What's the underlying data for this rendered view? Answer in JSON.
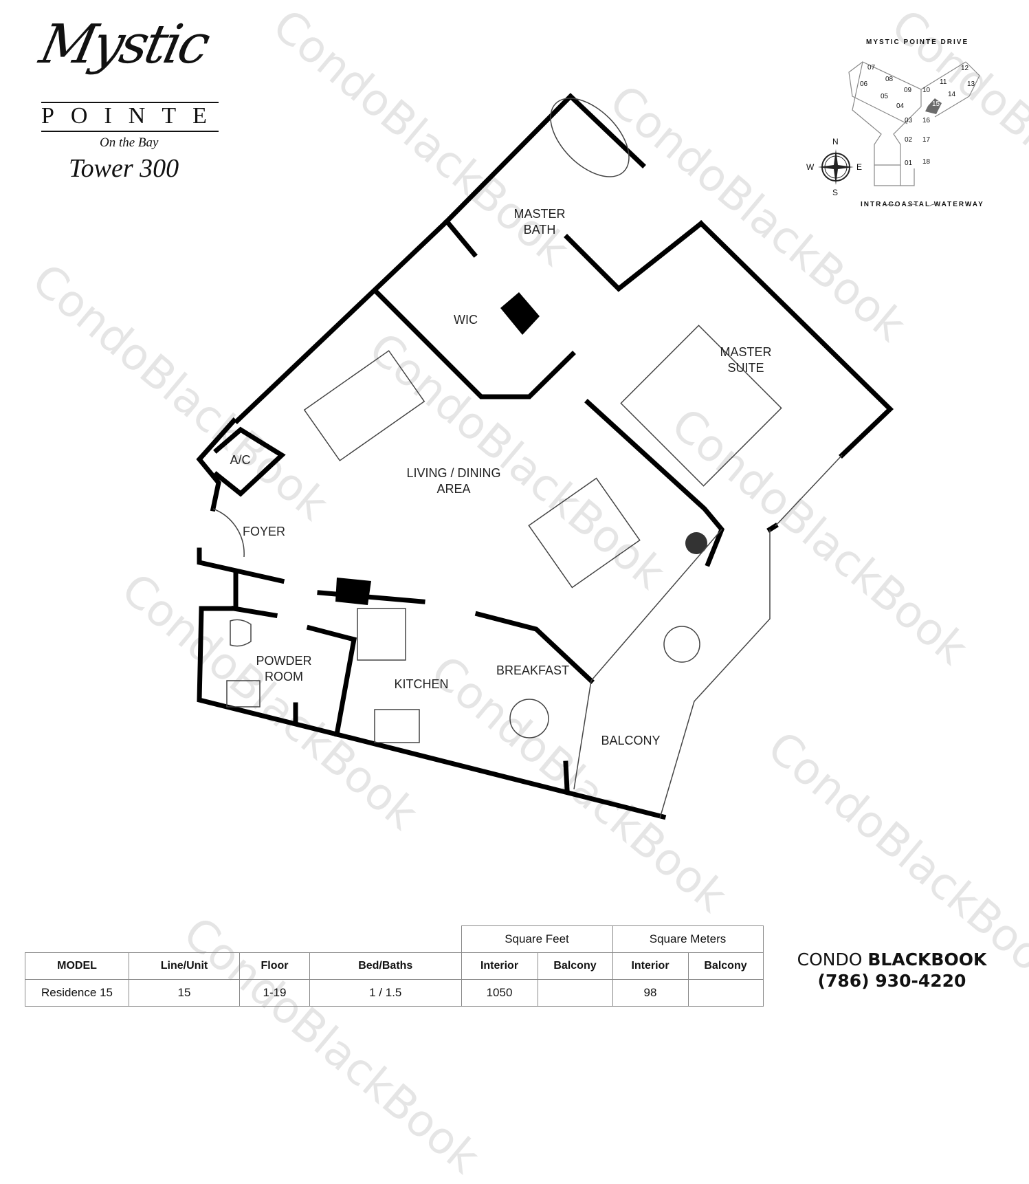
{
  "logo": {
    "brand": "Mystic",
    "sub": "POINTE",
    "tagline": "On the Bay",
    "tower": "Tower 300"
  },
  "key_plan": {
    "top_label": "MYSTIC POINTE DRIVE",
    "bottom_label": "INTRACOASTAL WATERWAY",
    "compass": {
      "n": "N",
      "s": "S",
      "e": "E",
      "w": "W"
    },
    "units": [
      "01",
      "02",
      "03",
      "04",
      "05",
      "06",
      "07",
      "08",
      "09",
      "10",
      "11",
      "12",
      "13",
      "14",
      "15",
      "16",
      "17",
      "18"
    ],
    "highlighted_unit": "15",
    "highlight_color": "#6b6b6b"
  },
  "rooms": {
    "master_bath": "MASTER\nBATH",
    "wic": "WIC",
    "master_suite": "MASTER\nSUITE",
    "ac": "A/C",
    "living_dining": "LIVING / DINING\nAREA",
    "foyer": "FOYER",
    "powder_room": "POWDER\nROOM",
    "kitchen": "KITCHEN",
    "breakfast": "BREAKFAST",
    "balcony": "BALCONY"
  },
  "watermark": "CondoBlackBook",
  "table": {
    "group_headers": [
      "Square Feet",
      "Square Meters"
    ],
    "headers": [
      "MODEL",
      "Line/Unit",
      "Floor",
      "Bed/Baths",
      "Interior",
      "Balcony",
      "Interior",
      "Balcony"
    ],
    "row": [
      "Residence 15",
      "15",
      "1-19",
      "1 / 1.5",
      "1050",
      "",
      "98",
      ""
    ]
  },
  "brand": {
    "name_light": "CONDO ",
    "name_bold": "BLACKBOOK",
    "phone": "(786) 930-4220"
  }
}
